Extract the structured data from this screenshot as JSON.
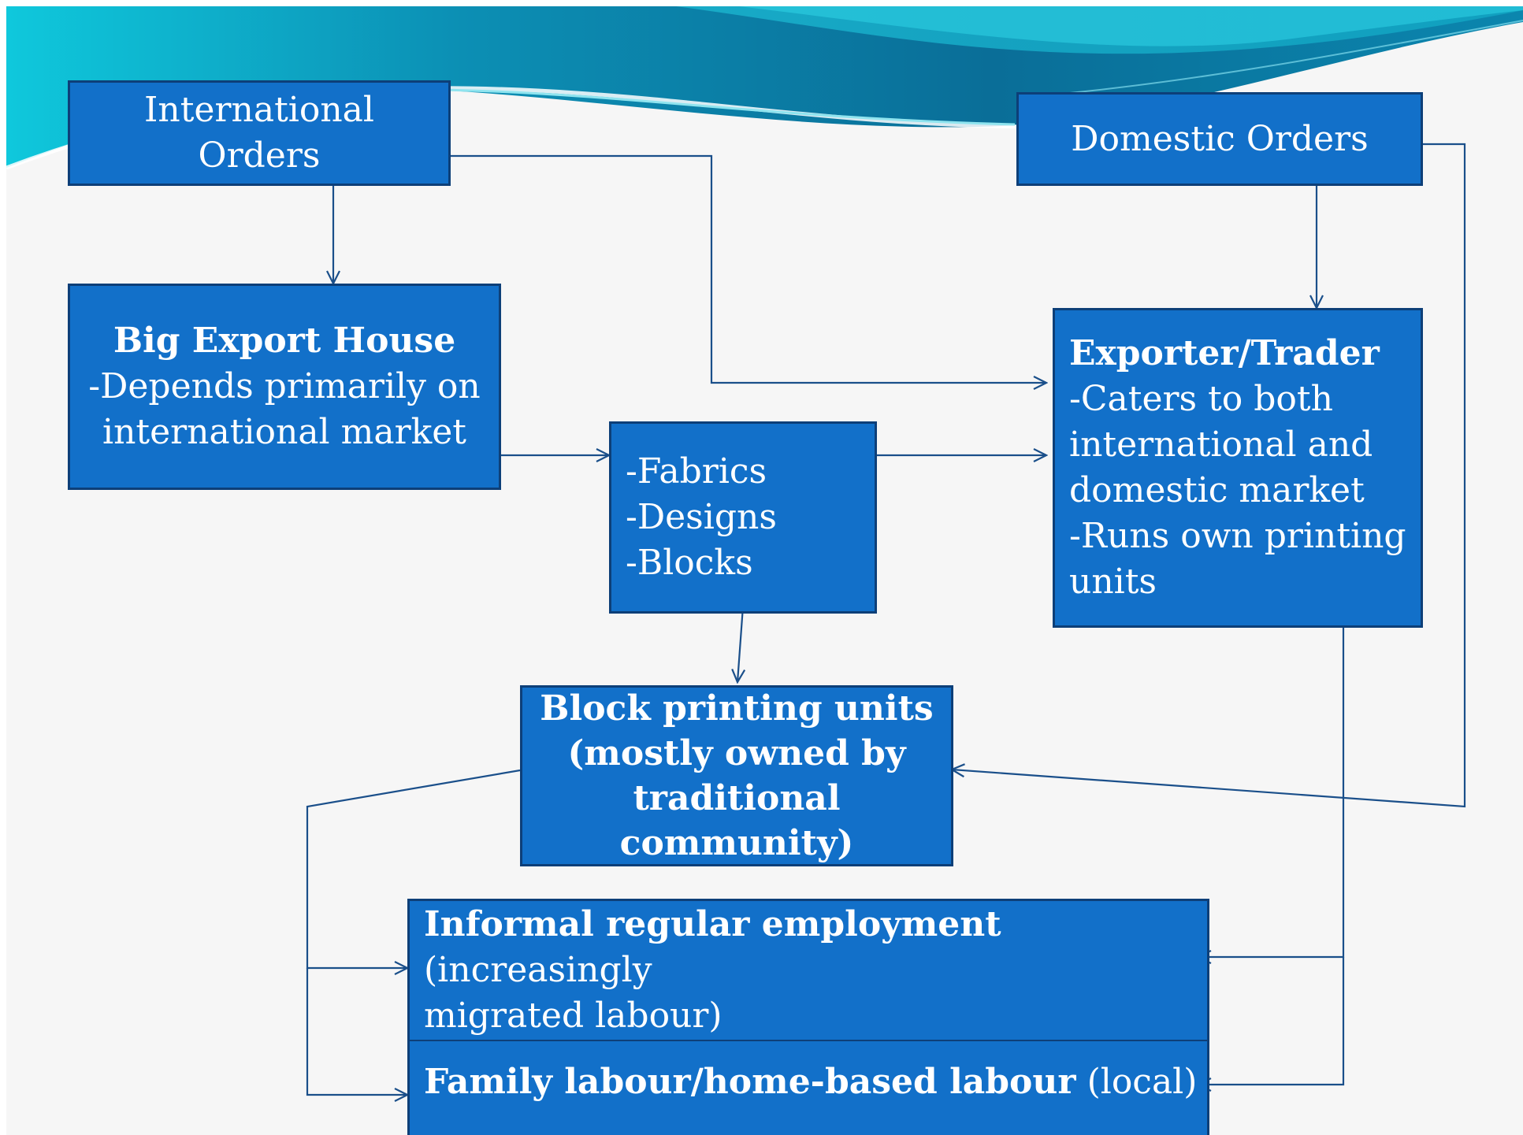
{
  "diagram": {
    "international_orders": {
      "label": "International Orders"
    },
    "domestic_orders": {
      "label": "Domestic Orders"
    },
    "big_export_house": {
      "title": "Big Export House",
      "lines": [
        "-Depends primarily on",
        "international market"
      ]
    },
    "inputs": {
      "lines": [
        "-Fabrics",
        "-Designs",
        "-Blocks"
      ]
    },
    "exporter_trader": {
      "title": "Exporter/Trader",
      "lines": [
        "-Caters to both",
        "international and",
        "domestic market",
        "-Runs own printing",
        "units"
      ]
    },
    "block_printing": {
      "lines": [
        "Block printing units",
        "(mostly owned by",
        "traditional",
        "community)"
      ]
    },
    "labour": {
      "informal": {
        "bold": "Informal regular employment",
        "normal_a": "(increasingly",
        "normal_b": "migrated labour)"
      },
      "family": {
        "bold": "Family labour/home-based labour",
        "normal": "(local)"
      }
    }
  },
  "colors": {
    "box_fill": "#1270c9",
    "box_border": "#0d3f78",
    "connector": "#1a4f8a",
    "text": "#ffffff"
  }
}
